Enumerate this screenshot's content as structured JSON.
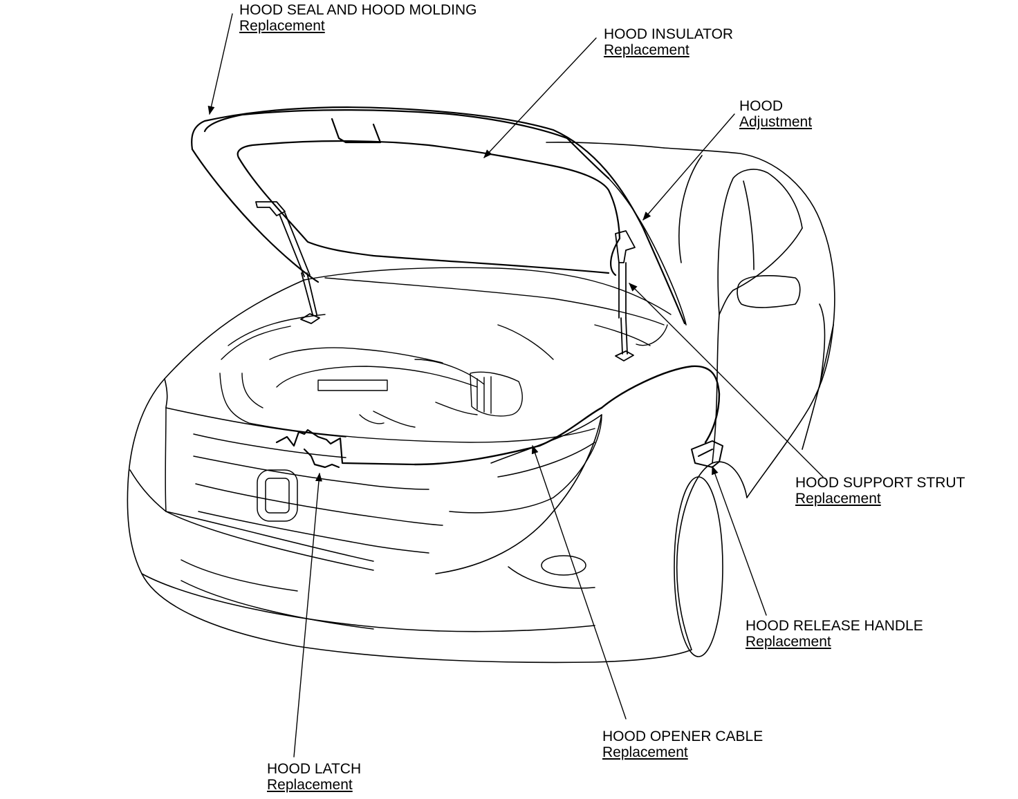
{
  "colors": {
    "ink": "#000000",
    "paper": "#ffffff"
  },
  "callouts": {
    "hood_seal": {
      "title": "HOOD SEAL AND HOOD MOLDING",
      "link": "Replacement"
    },
    "hood_insulator": {
      "title": "HOOD INSULATOR",
      "link": "Replacement"
    },
    "hood": {
      "title": "HOOD",
      "link": "Adjustment"
    },
    "support_strut": {
      "title": "HOOD SUPPORT STRUT",
      "link": "Replacement"
    },
    "release_handle": {
      "title": "HOOD RELEASE HANDLE",
      "link": "Replacement"
    },
    "opener_cable": {
      "title": "HOOD OPENER CABLE",
      "link": "Replacement"
    },
    "hood_latch": {
      "title": "HOOD LATCH",
      "link": "Replacement"
    }
  }
}
